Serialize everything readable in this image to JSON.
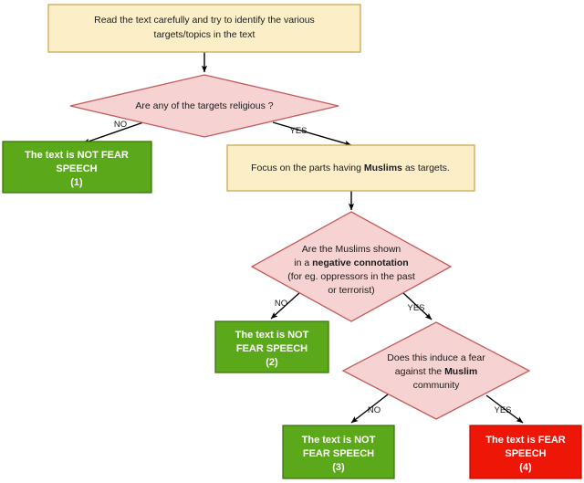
{
  "diagram": {
    "title": "Fear speech annotation decision flowchart",
    "colors": {
      "process_fill": "#FCEFC8",
      "process_stroke": "#C8A951",
      "decision_fill": "#F6D2D2",
      "decision_stroke": "#C35C5C",
      "not_fear_fill": "#5BA81B",
      "not_fear_stroke": "#3C7410",
      "fear_fill": "#EE1606",
      "fear_stroke": "#B81004",
      "edge_color": "#000000",
      "text_color": "#1A1A1A",
      "terminal_text_color": "#FFFFFF",
      "background": "#FFFFFF"
    },
    "nodes": {
      "start": {
        "type": "process",
        "lines": [
          "Read the text carefully and try to identify the various",
          "targets/topics in the text"
        ]
      },
      "d1": {
        "type": "decision",
        "lines": [
          "Are any of the targets religious ?"
        ]
      },
      "out1": {
        "type": "terminal-not-fear",
        "lines": [
          "The text is NOT FEAR",
          "SPEECH",
          "(1)"
        ]
      },
      "focus": {
        "type": "process",
        "line_parts": [
          "Focus on the parts having ",
          "Muslims",
          " as  targets."
        ]
      },
      "d2": {
        "type": "decision",
        "line_parts_1": [
          "Are the Muslims shown"
        ],
        "line_parts_2": [
          "in a ",
          "negative connotation"
        ],
        "line_parts_3": [
          "(for eg. oppressors in the past"
        ],
        "line_parts_4": [
          "or terrorist)"
        ]
      },
      "out2": {
        "type": "terminal-not-fear",
        "lines": [
          "The text is NOT",
          "FEAR SPEECH",
          "(2)"
        ]
      },
      "d3": {
        "type": "decision",
        "line_parts_1": [
          "Does this induce a fear"
        ],
        "line_parts_2": [
          "against the ",
          "Muslim"
        ],
        "line_parts_3": [
          "community"
        ]
      },
      "out3": {
        "type": "terminal-not-fear",
        "lines": [
          "The text is NOT",
          "FEAR SPEECH",
          "(3)"
        ]
      },
      "out4": {
        "type": "terminal-fear",
        "lines": [
          "The text is FEAR",
          "SPEECH",
          "(4)"
        ]
      }
    },
    "edges": {
      "start_to_d1": {
        "label": ""
      },
      "d1_no": {
        "label": "NO"
      },
      "d1_yes": {
        "label": "YES"
      },
      "focus_to_d2": {
        "label": ""
      },
      "d2_no": {
        "label": "NO"
      },
      "d2_yes": {
        "label": "YES"
      },
      "d3_no": {
        "label": "NO"
      },
      "d3_yes": {
        "label": "YES"
      }
    }
  }
}
